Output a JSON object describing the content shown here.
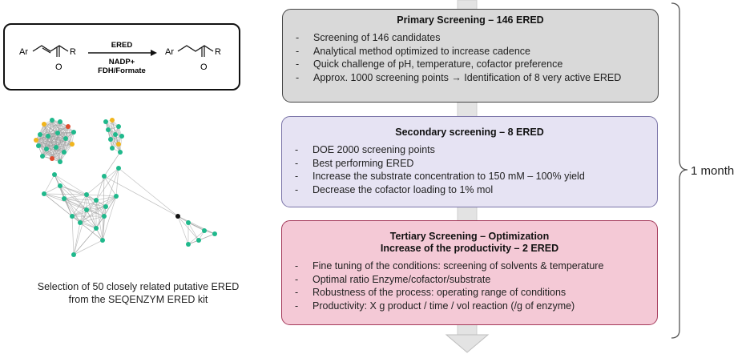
{
  "reaction_scheme": {
    "reactant_aryl": "Ar",
    "reactant_r": "R",
    "reactant_o": "O",
    "reagent_top": "ERED",
    "reagent_bottom_1": "NADP+",
    "reagent_bottom_2": "FDH/Formate",
    "product_aryl": "Ar",
    "product_r": "R",
    "product_o": "O"
  },
  "network": {
    "caption_line_1": "Selection of 50 closely related putative ERED",
    "caption_line_2": "from the SEQENZYM ERED kit",
    "colors": {
      "node": "#1fb98c",
      "highlight_yellow": "#f1b51c",
      "highlight_red": "#e04b2e",
      "hub": "#111111",
      "edge": "#9a9a9a"
    }
  },
  "stages": [
    {
      "title": "Primary Screening – 146 ERED",
      "items": [
        "Screening of 146 candidates",
        "Analytical method optimized to increase cadence",
        "Quick challenge of pH, temperature, cofactor preference",
        "Approx. 1000 screening points → Identification of 8 very active ERED"
      ]
    },
    {
      "title": "Secondary screening – 8 ERED",
      "items": [
        "DOE 2000 screening points",
        "Best performing ERED",
        "Increase the substrate concentration to 150 mM – 100% yield",
        "Decrease the cofactor loading to 1% mol"
      ]
    },
    {
      "title_line_1": "Tertiary Screening – Optimization",
      "title_line_2": "Increase of the productivity – 2 ERED",
      "items": [
        "Fine tuning of the conditions: screening of solvents & temperature",
        "Optimal ratio Enzyme/cofactor/substrate",
        "Robustness of the process: operating range of conditions",
        "Productivity: X g product / time / vol reaction (/g of enzyme)"
      ]
    }
  ],
  "bullet_dash": "-",
  "timeline": {
    "duration": "1 month"
  }
}
